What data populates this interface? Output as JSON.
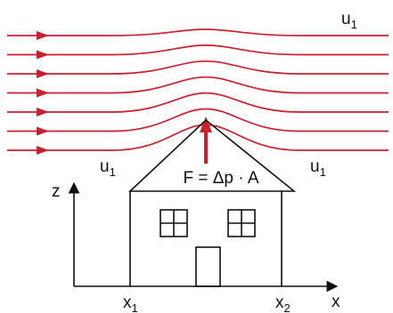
{
  "labels": {
    "u_top_right": {
      "base": "u",
      "sub": "1"
    },
    "u_left": {
      "base": "u",
      "sub": "1"
    },
    "u_right": {
      "base": "u",
      "sub": "1"
    },
    "force": "F = Δp · A",
    "z_axis": "z",
    "x_axis": "x",
    "x1": {
      "base": "x",
      "sub": "1"
    },
    "x2": {
      "base": "x",
      "sub": "2"
    }
  },
  "colors": {
    "streamline": "#cc1f2e",
    "ink": "#111111"
  },
  "streamline_count": 7
}
